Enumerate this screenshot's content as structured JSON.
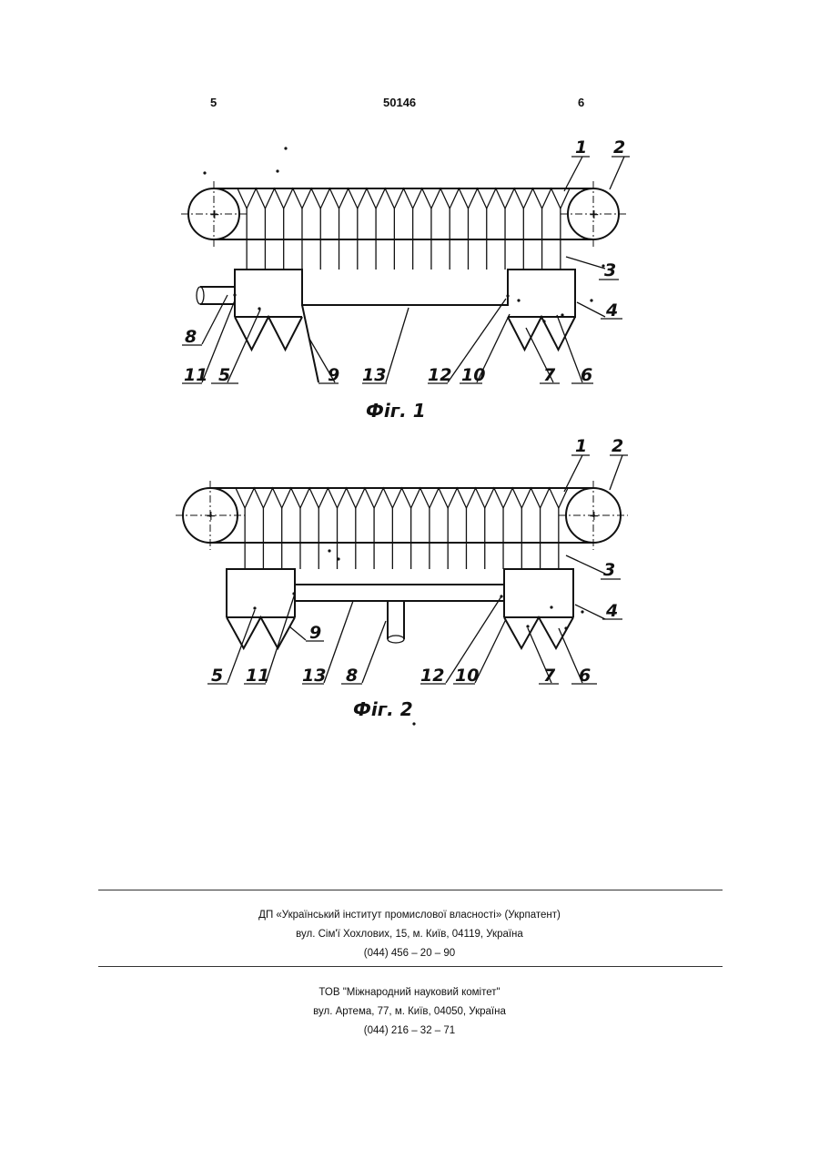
{
  "header": {
    "left_page": "5",
    "patent_number": "50146",
    "right_page": "6"
  },
  "figure1": {
    "caption": "Фіг. 1",
    "labels": {
      "l1": "1",
      "l2": "2",
      "l3": "3",
      "l4": "4",
      "l5": "5",
      "l6": "6",
      "l7": "7",
      "l8": "8",
      "l9": "9",
      "l10": "10",
      "l11": "11",
      "l12": "12",
      "l13": "13"
    }
  },
  "figure2": {
    "caption": "Фіг. 2",
    "labels": {
      "l1": "1",
      "l2": "2",
      "l3": "3",
      "l4": "4",
      "l5": "5",
      "l6": "6",
      "l7": "7",
      "l8": "8",
      "l9": "9",
      "l10": "10",
      "l11": "11",
      "l12": "12",
      "l13": "13"
    }
  },
  "footer": {
    "block1": {
      "line1": "ДП «Український інститут промислової власності» (Укрпатент)",
      "line2": "вул. Сім'ї Хохлових, 15, м. Київ, 04119, Україна",
      "line3": "(044) 456 – 20 – 90"
    },
    "block2": {
      "line1": "ТОВ \"Міжнародний науковий комітет\"",
      "line2": "вул. Артема, 77, м. Київ, 04050, Україна",
      "line3": "(044) 216 – 32 – 71"
    }
  }
}
